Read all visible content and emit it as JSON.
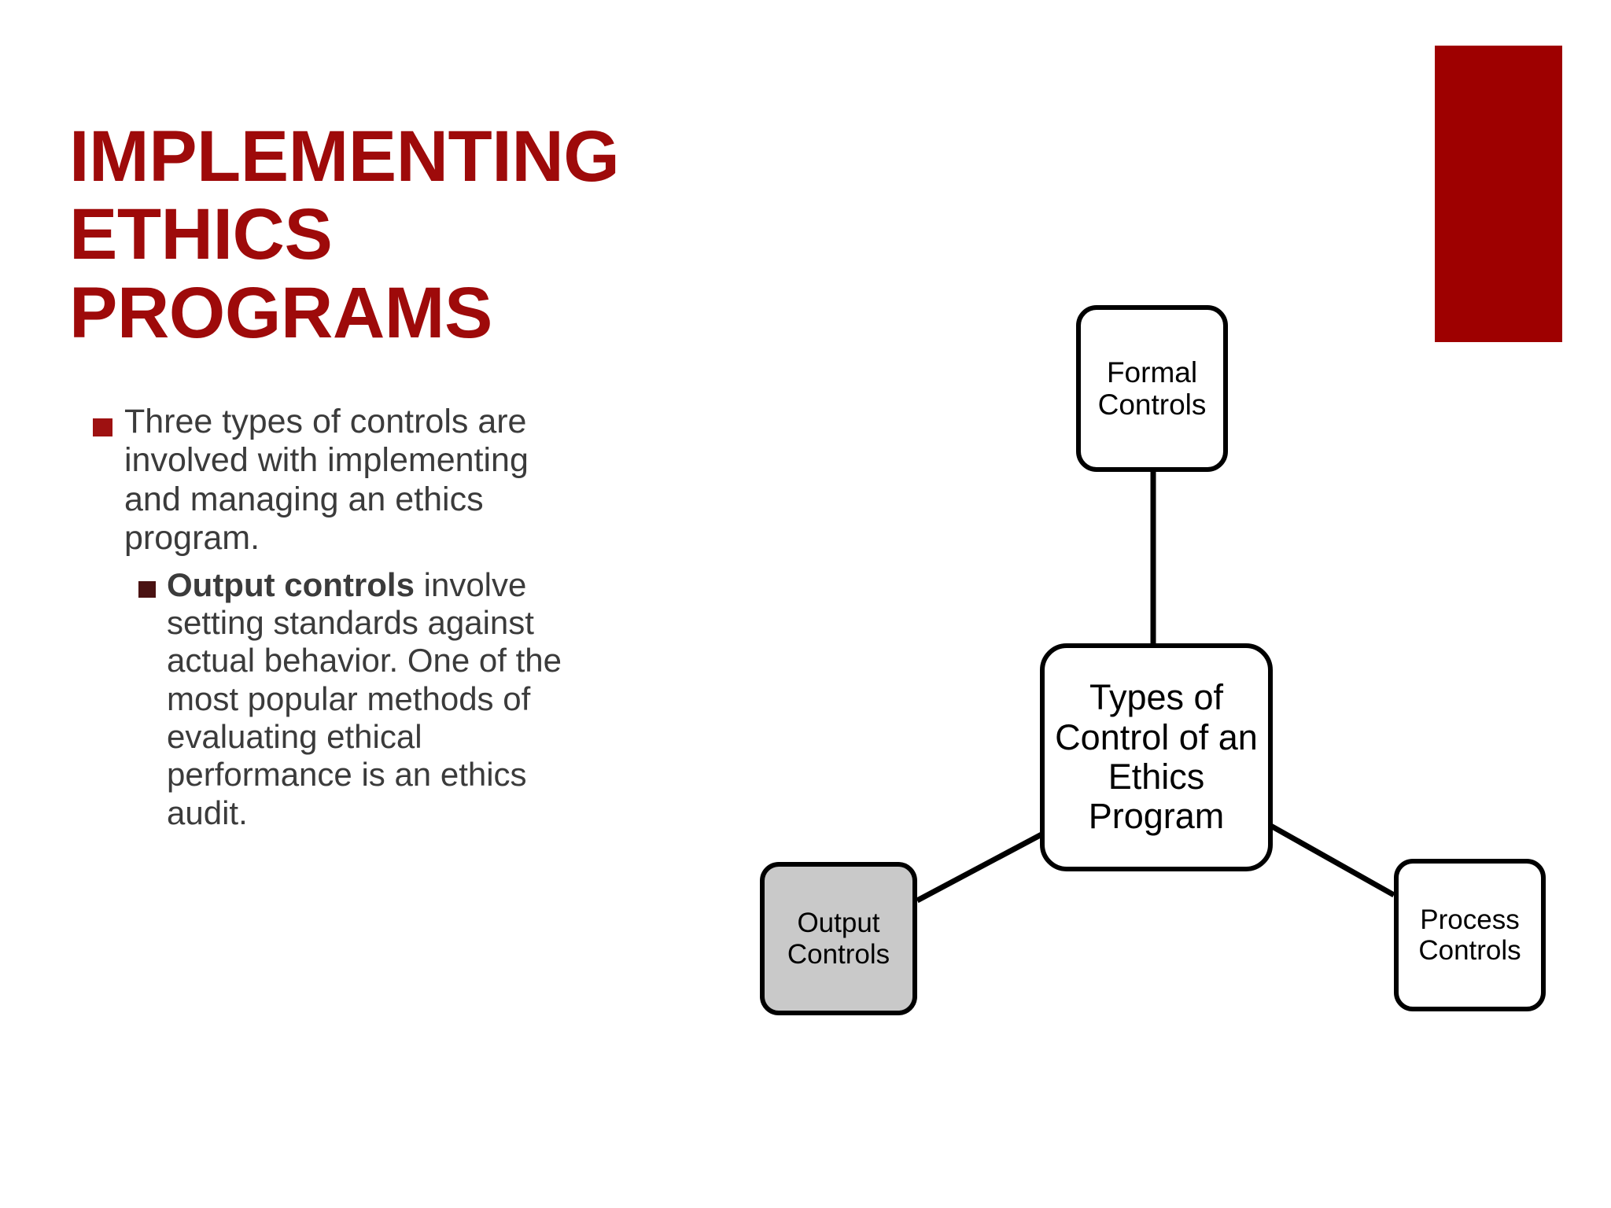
{
  "slide": {
    "title": "IMPLEMENTING ETHICS PROGRAMS",
    "title_line1": "IMPLEMENTING ETHICS",
    "title_line2": "PROGRAMS",
    "background_color": "#ffffff",
    "accent_color": "#9e0000",
    "title_color": "#9e0a0a",
    "body_text_color": "#3b3b3b"
  },
  "bullets": [
    {
      "level": 1,
      "marker_color": "#9e1111",
      "text": "Three types of controls are involved with implementing and managing an ethics program."
    },
    {
      "level": 2,
      "marker_color": "#4a1212",
      "bold_lead": "Output controls",
      "text_rest": " involve setting standards against actual behavior. One of the most popular methods of evaluating ethical performance is an ethics audit."
    }
  ],
  "diagram": {
    "type": "hub-and-spoke",
    "center_node": {
      "label": "Types of Control of an Ethics Program",
      "lines": [
        "Types of",
        "Control of",
        "an Ethics",
        "Program"
      ],
      "fill": "#ffffff",
      "stroke": "#000000"
    },
    "nodes": [
      {
        "id": "formal",
        "label": "Formal Controls",
        "lines": [
          "Formal",
          "Controls"
        ],
        "position": "top",
        "fill": "#ffffff",
        "stroke": "#000000"
      },
      {
        "id": "output",
        "label": "Output Controls",
        "lines": [
          "Output",
          "Controls"
        ],
        "position": "bottom-left",
        "fill": "#c9c9c9",
        "stroke": "#000000",
        "highlighted": true
      },
      {
        "id": "process",
        "label": "Process Controls",
        "lines": [
          "Process",
          "Controls"
        ],
        "position": "bottom-right",
        "fill": "#ffffff",
        "stroke": "#000000"
      }
    ],
    "connectors": [
      {
        "from": "center",
        "to": "formal"
      },
      {
        "from": "center",
        "to": "output"
      },
      {
        "from": "center",
        "to": "process"
      }
    ]
  }
}
